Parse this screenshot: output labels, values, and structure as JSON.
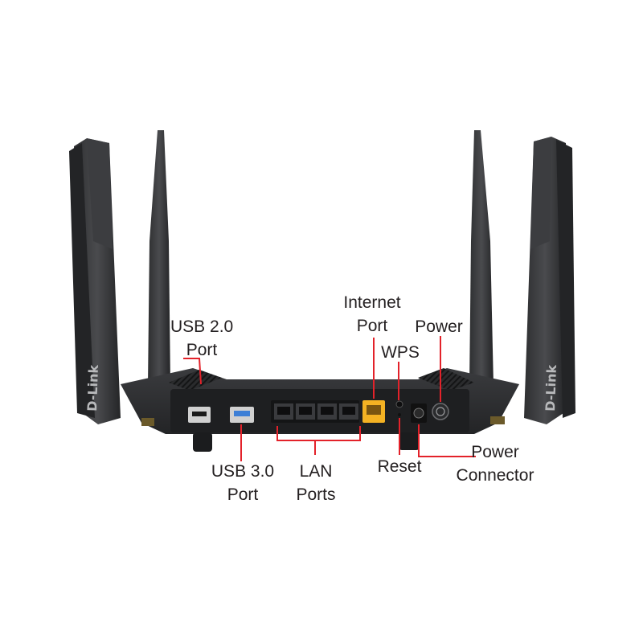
{
  "brand": {
    "logo_text": "D-Link"
  },
  "port_labels": {
    "usb2": {
      "line1": "USB 2.0",
      "line2": "Port"
    },
    "usb3": {
      "line1": "USB 3.0",
      "line2": "Port"
    },
    "lan": {
      "line1": "LAN",
      "line2": "Ports"
    },
    "internet": {
      "line1": "Internet",
      "line2": "Port"
    },
    "wps": {
      "line1": "WPS"
    },
    "reset": {
      "line1": "Reset"
    },
    "power": {
      "line1": "Power"
    },
    "power_connector": {
      "line1": "Power",
      "line2": "Connector"
    }
  },
  "colors": {
    "callout": "#e3222a",
    "body": "#2b2c2e",
    "panel": "#1e1f21",
    "internet_port": "#f4b223",
    "usb3_port": "#3d7fd6",
    "text": "#231f20"
  }
}
